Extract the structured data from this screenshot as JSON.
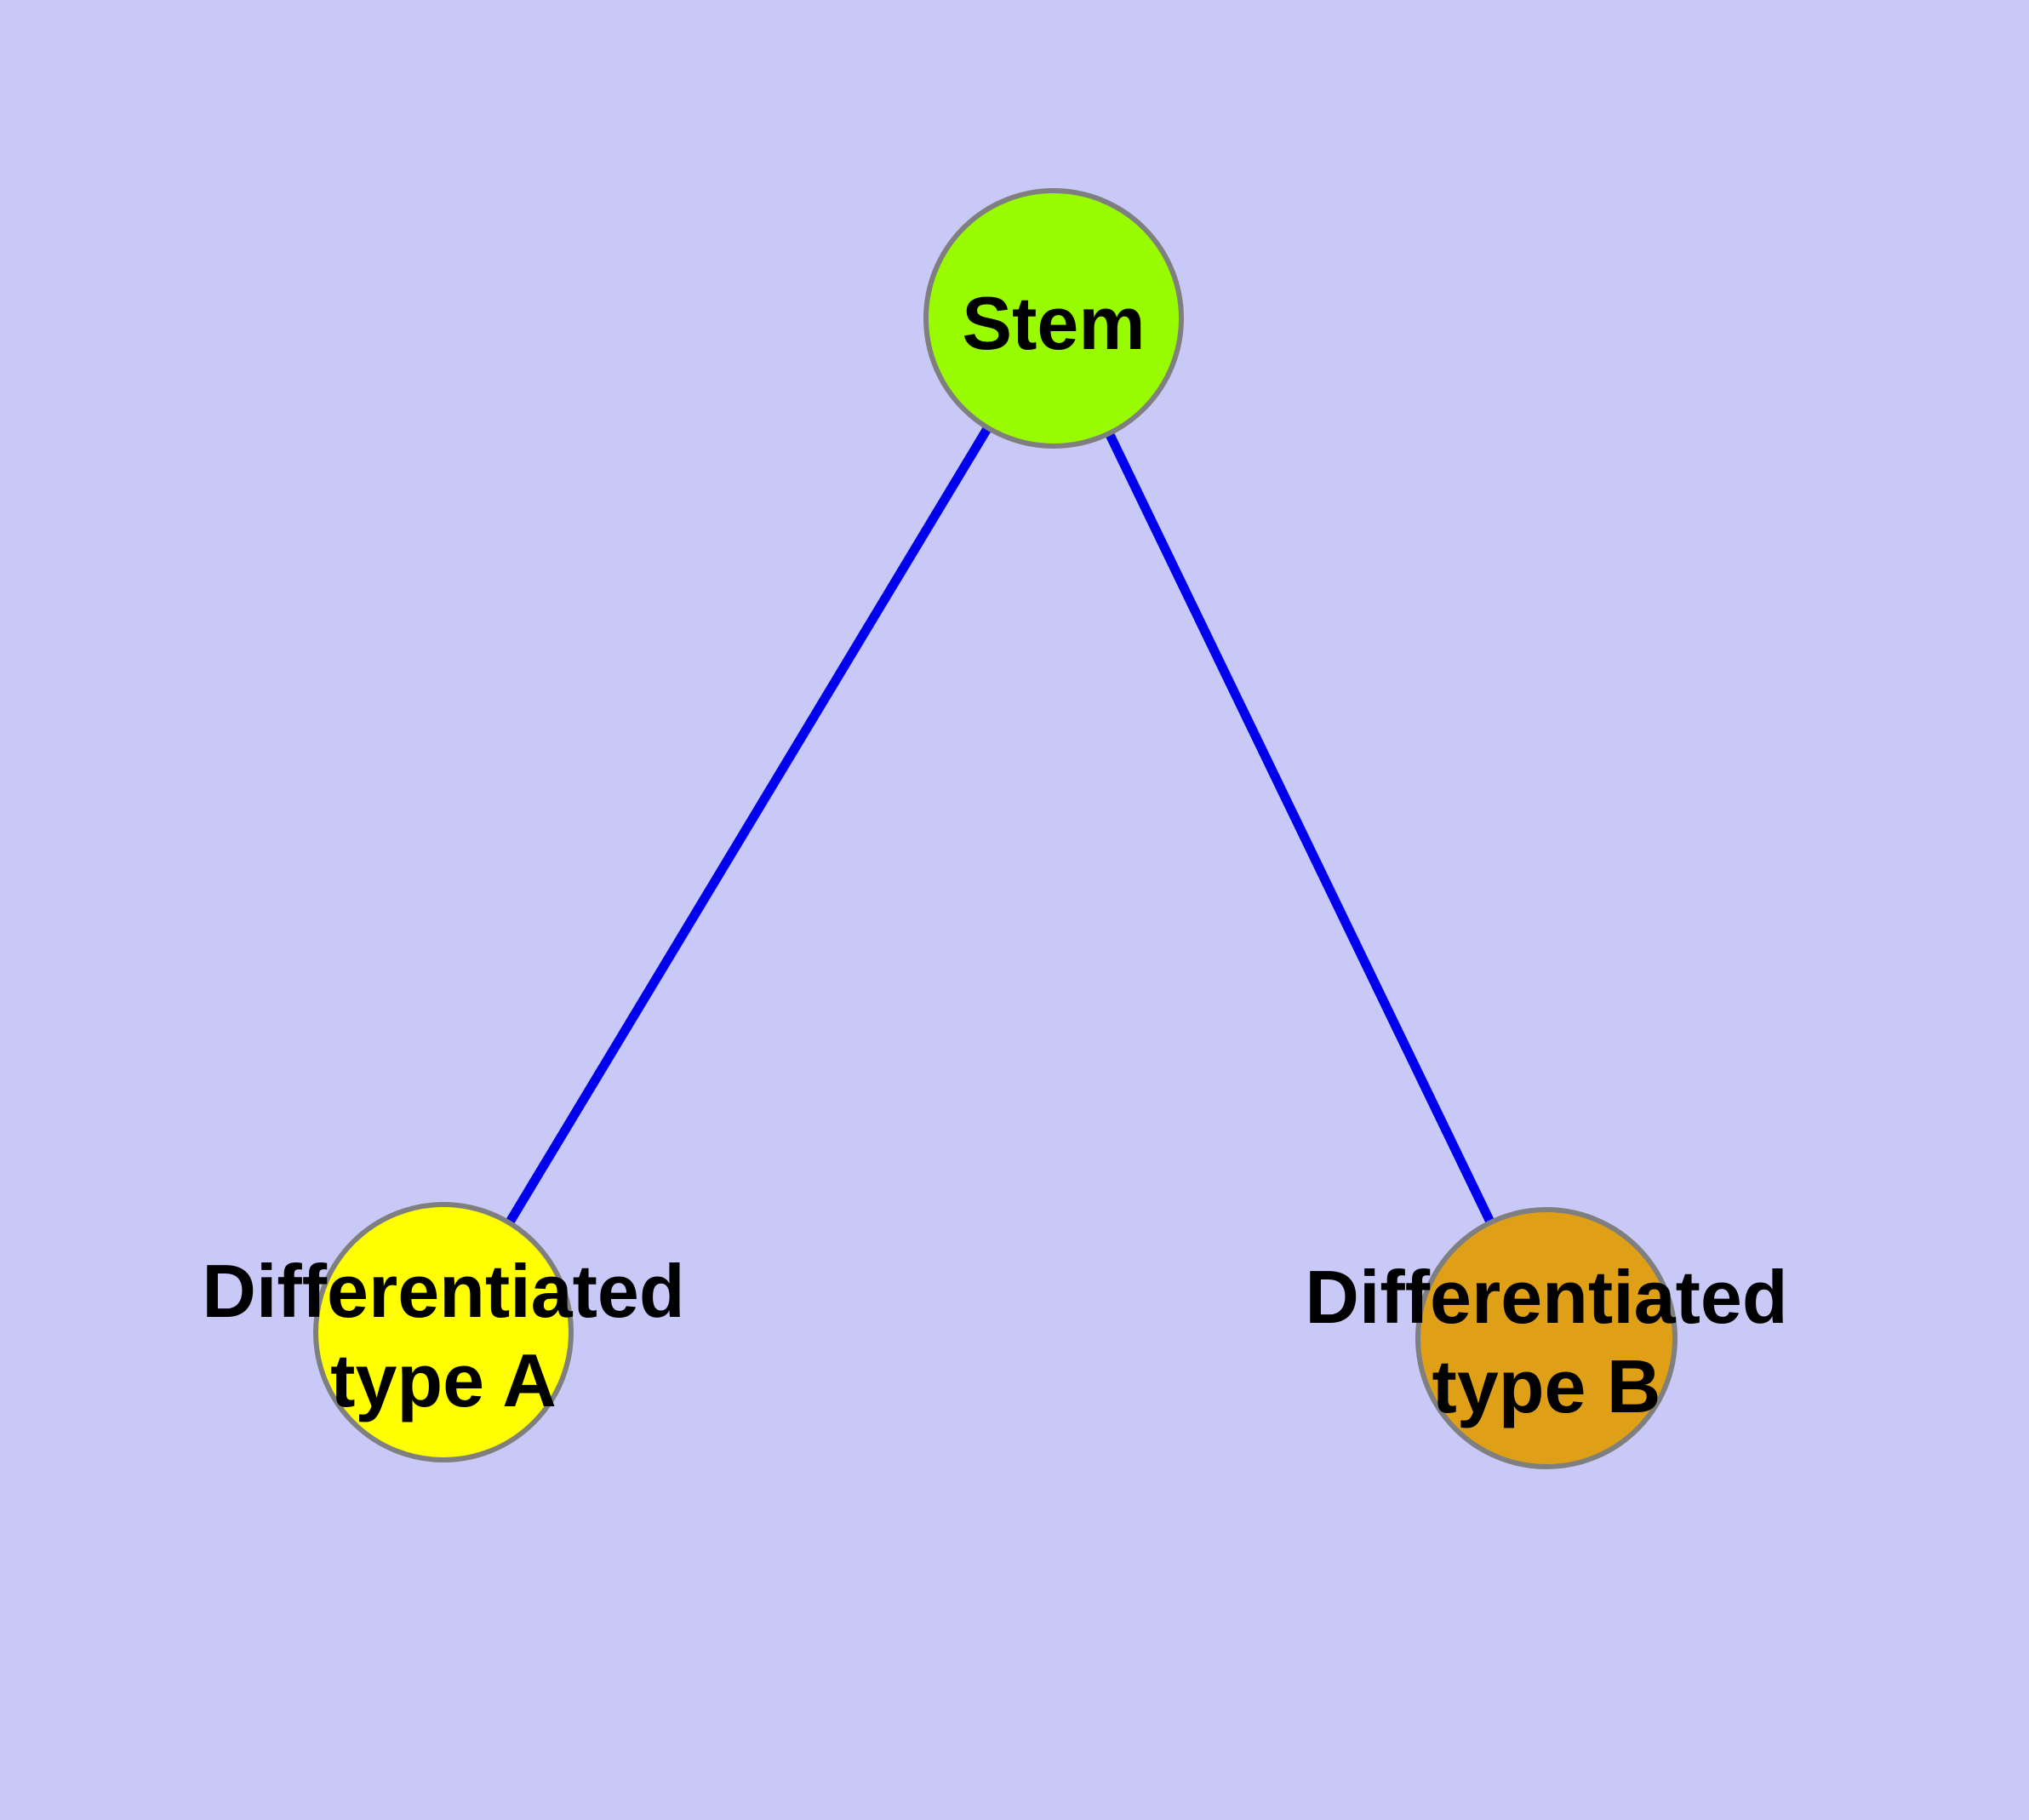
{
  "diagram": {
    "kind": "node-link-graph",
    "background_color": "#c9c9f8",
    "edge_color": "#0000ee",
    "node_border_color": "#7f7f7f",
    "label_color": "#000000",
    "nodes": {
      "stem": {
        "label": "Stem",
        "fill": "#99fb00",
        "shape": "circle"
      },
      "type_a": {
        "label": "Differentiated type A",
        "label_line1": "Differentiated",
        "label_line2": "type A",
        "fill": "#ffff00",
        "shape": "circle"
      },
      "type_b": {
        "label": "Differentiated type B",
        "label_line1": "Differentiated",
        "label_line2": "type B",
        "fill": "#dfa018",
        "shape": "circle"
      }
    },
    "edges": [
      {
        "from": "Stem",
        "to": "Differentiated type A"
      },
      {
        "from": "Stem",
        "to": "Differentiated type B"
      }
    ]
  }
}
